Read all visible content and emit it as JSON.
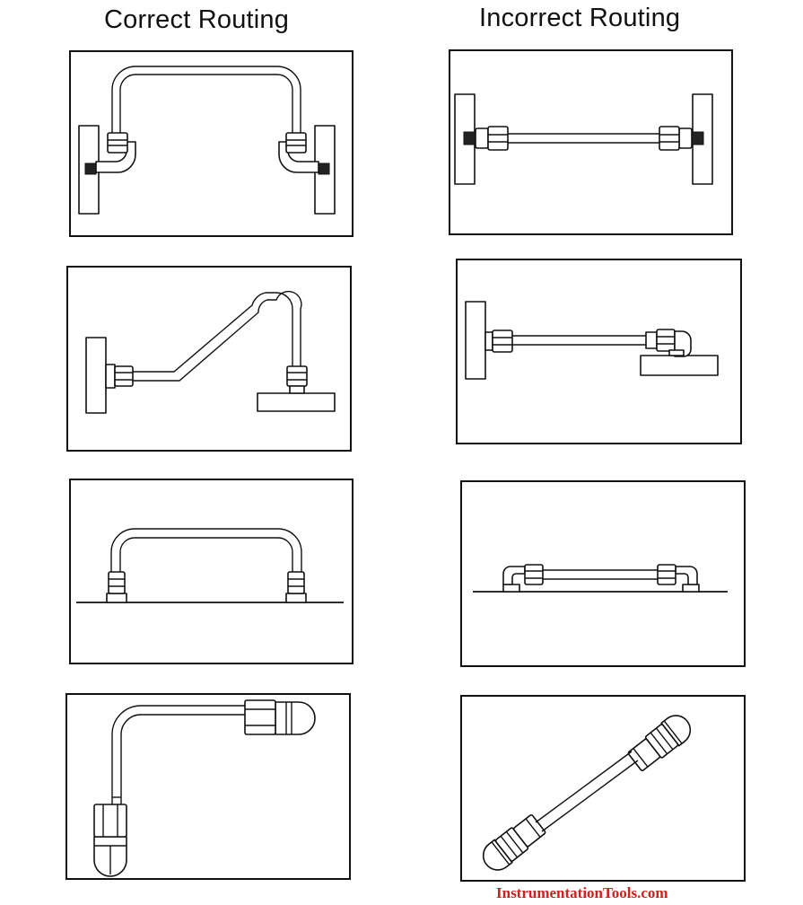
{
  "headings": {
    "correct": "Correct Routing",
    "incorrect": "Incorrect Routing"
  },
  "watermark": "InstrumentationTools.com",
  "colors": {
    "line": "#111111",
    "background": "#ffffff",
    "watermark": "#d01f1f"
  }
}
